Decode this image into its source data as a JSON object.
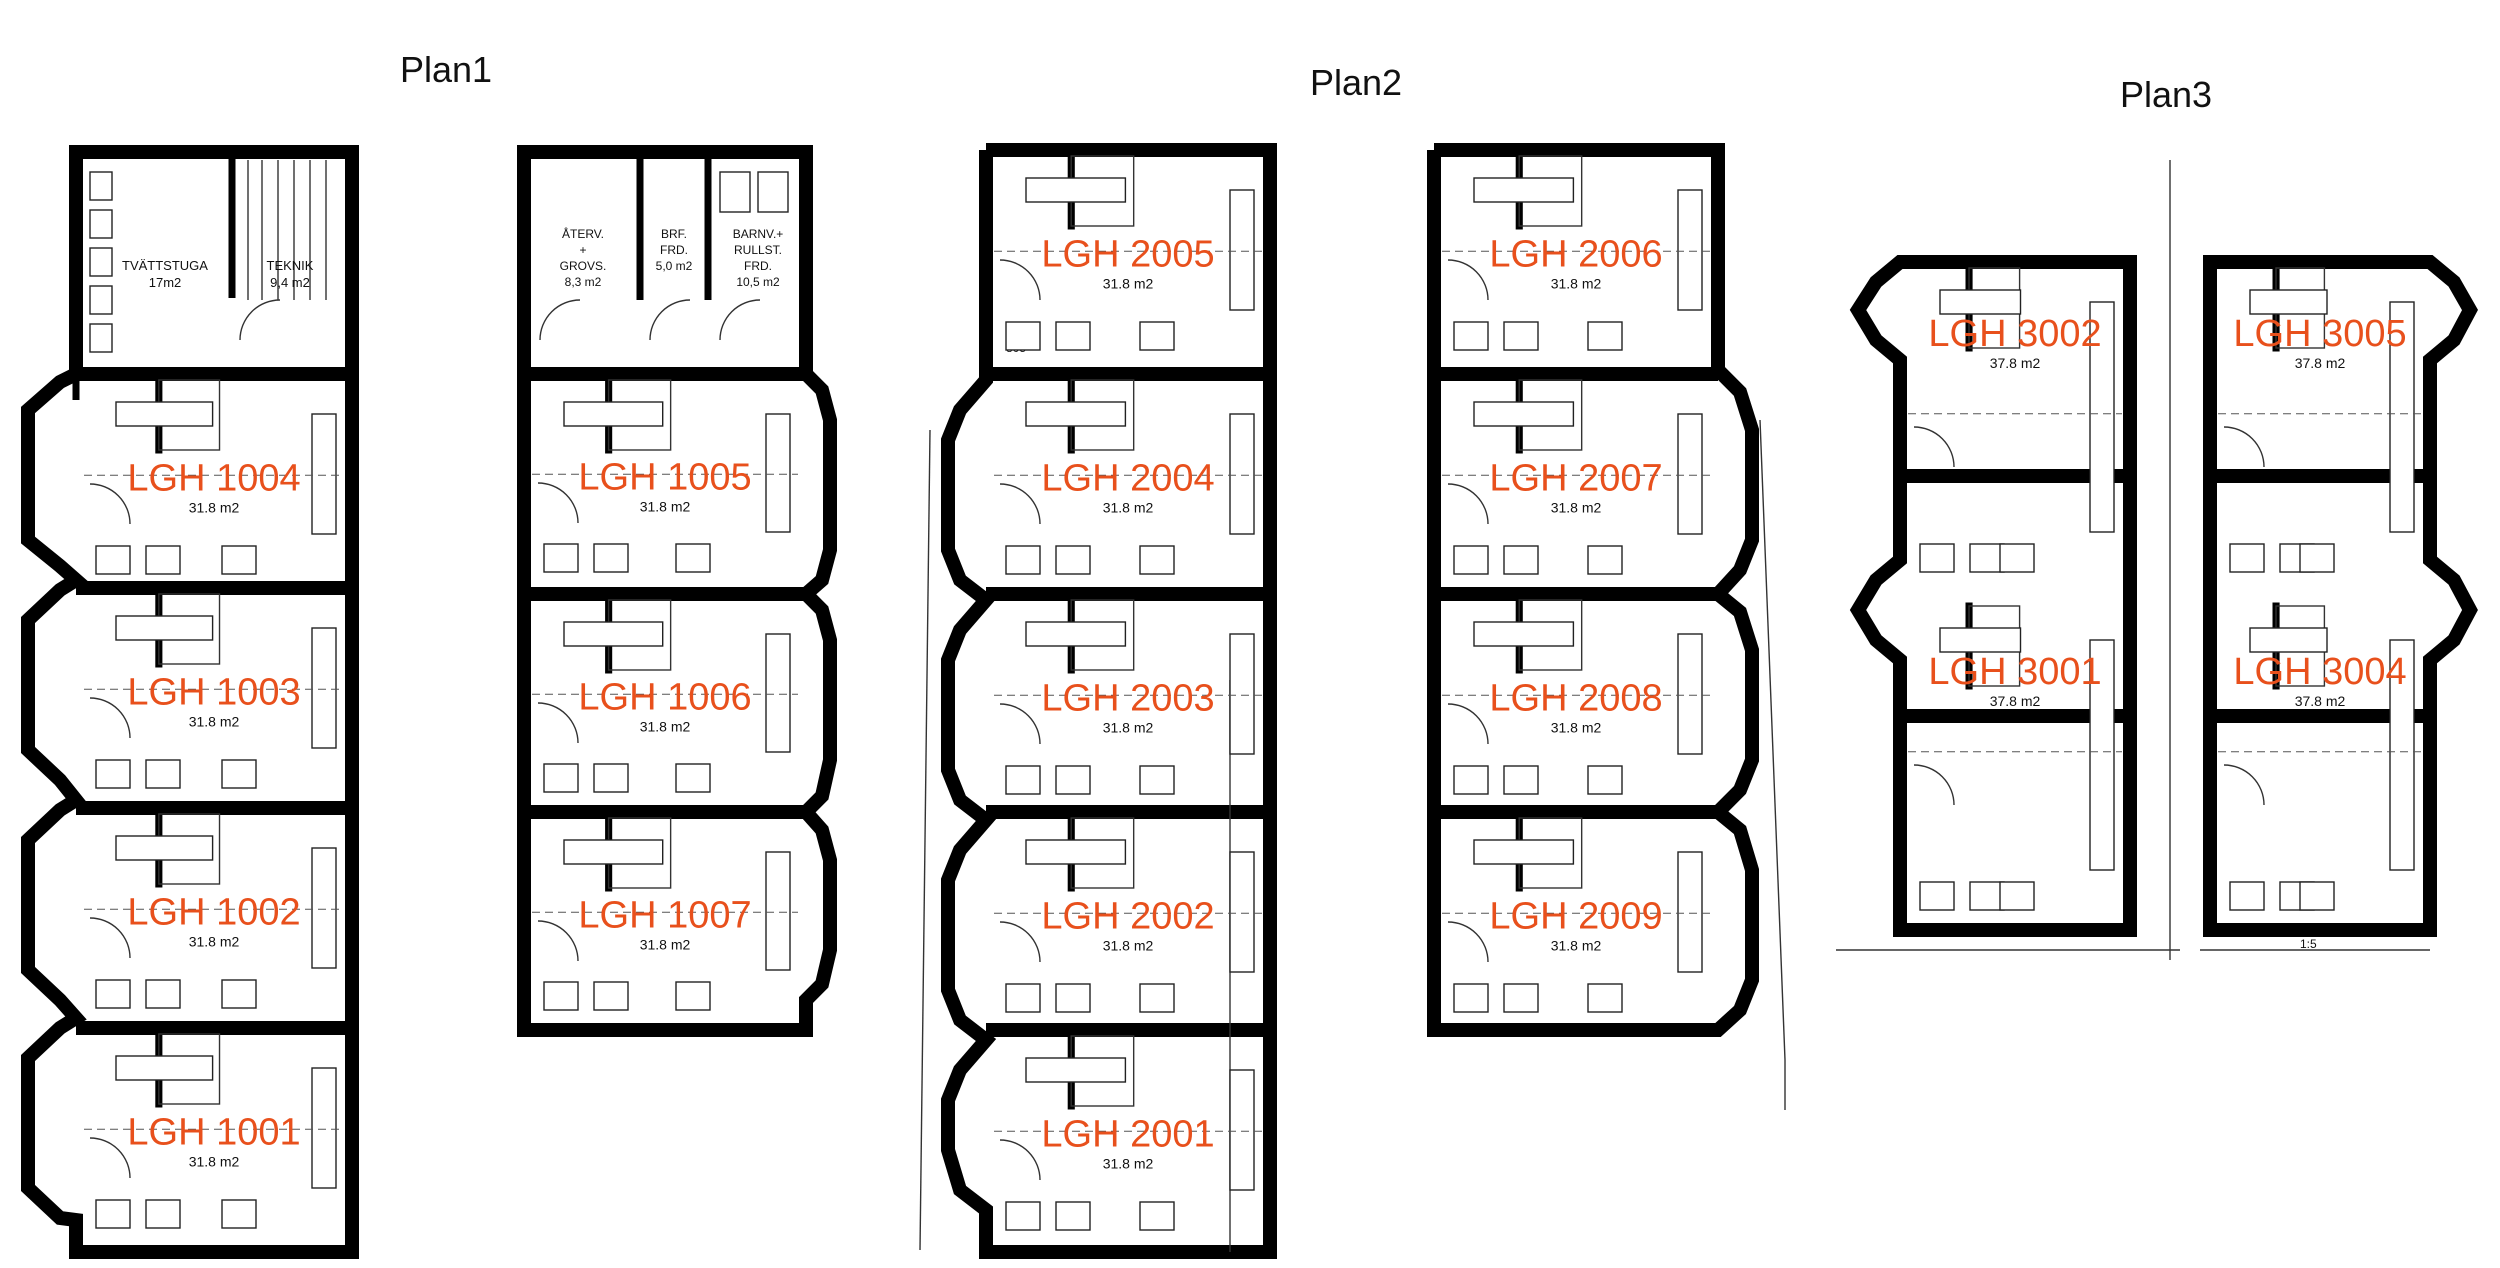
{
  "plans": [
    {
      "title": "Plan1"
    },
    {
      "title": "Plan2"
    },
    {
      "title": "Plan3"
    }
  ],
  "plan1": {
    "service_a": [
      {
        "name": "TVÄTTSTUGA",
        "area": "17m2"
      },
      {
        "name": "TEKNIK",
        "area": "9,4 m2"
      }
    ],
    "service_b": [
      {
        "lines": [
          "ÅTERV.",
          "+",
          "GROVS."
        ],
        "area": "8,3 m2"
      },
      {
        "lines": [
          "BRF.",
          "FRD."
        ],
        "area": "5,0 m2"
      },
      {
        "lines": [
          "BARNV.+",
          "RULLST.",
          "FRD."
        ],
        "area": "10,5 m2"
      }
    ],
    "apartments_a": [
      {
        "name": "LGH 1004",
        "area": "31.8 m2"
      },
      {
        "name": "LGH 1003",
        "area": "31.8 m2"
      },
      {
        "name": "LGH 1002",
        "area": "31.8 m2"
      },
      {
        "name": "LGH 1001",
        "area": "31.8 m2"
      }
    ],
    "apartments_b": [
      {
        "name": "LGH 1005",
        "area": "31.8 m2"
      },
      {
        "name": "LGH 1006",
        "area": "31.8 m2"
      },
      {
        "name": "LGH 1007",
        "area": "31.8 m2"
      }
    ]
  },
  "plan2": {
    "dimension": "805",
    "apartments_a": [
      {
        "name": "LGH 2005",
        "area": "31.8 m2"
      },
      {
        "name": "LGH 2004",
        "area": "31.8 m2"
      },
      {
        "name": "LGH 2003",
        "area": "31.8 m2"
      },
      {
        "name": "LGH 2002",
        "area": "31.8 m2"
      },
      {
        "name": "LGH 2001",
        "area": "31.8 m2"
      }
    ],
    "apartments_b": [
      {
        "name": "LGH 2006",
        "area": "31.8 m2"
      },
      {
        "name": "LGH 2007",
        "area": "31.8 m2"
      },
      {
        "name": "LGH 2008",
        "area": "31.8 m2"
      },
      {
        "name": "LGH 2009",
        "area": "31.8 m2"
      }
    ]
  },
  "plan3": {
    "slope": "1:5",
    "apartments_a": [
      {
        "name": "LGH 3002",
        "area": "37.8 m2"
      },
      {
        "name": "LGH 3001",
        "area": "37.8 m2"
      }
    ],
    "apartments_b": [
      {
        "name": "LGH 3005",
        "area": "37.8 m2"
      },
      {
        "name": "LGH 3004",
        "area": "37.8 m2"
      }
    ]
  },
  "colors": {
    "apartment_label": "#e8501c",
    "wall": "#000000"
  }
}
